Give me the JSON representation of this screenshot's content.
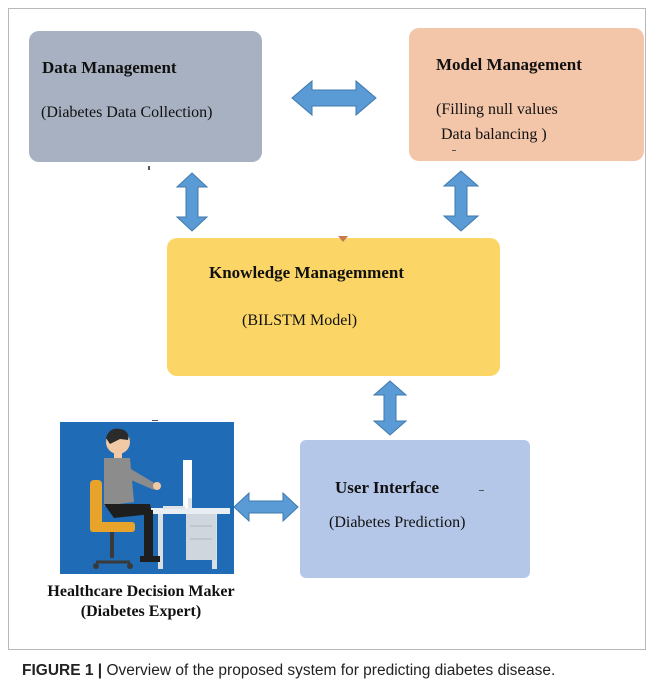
{
  "diagram": {
    "data_management": {
      "title": "Data Management",
      "subtitle": "(Diabetes Data Collection)"
    },
    "model_management": {
      "title": "Model Management",
      "line1": "(Filling null values",
      "line2": "Data balancing )"
    },
    "knowledge_management": {
      "title": "Knowledge Managemment",
      "subtitle": "(BILSTM Model)"
    },
    "user_interface": {
      "title": "User Interface",
      "subtitle": "(Diabetes Prediction)"
    },
    "person": {
      "line1": "Healthcare Decision Maker",
      "line2": "(Diabetes Expert)"
    },
    "colors": {
      "data_management": "#a7b1c1",
      "model_management": "#f4c6a9",
      "knowledge_management": "#fbd667",
      "user_interface": "#b5c7e8",
      "arrow": "#5b9bd5",
      "illustration_bg": "#1f6bb5"
    }
  },
  "caption": {
    "label": "FIGURE 1 |",
    "text": " Overview of the proposed system for predicting diabetes disease."
  }
}
